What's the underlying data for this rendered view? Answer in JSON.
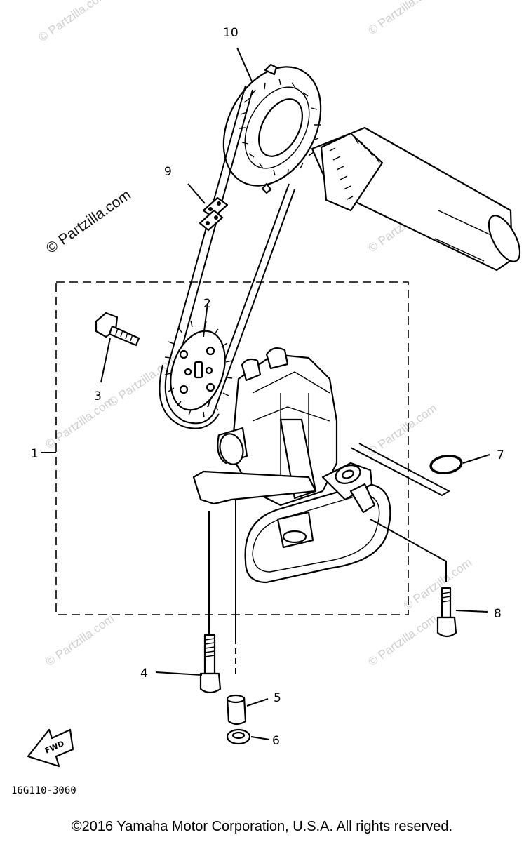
{
  "watermarks": {
    "text": "© Partzilla.com",
    "side_text": "© Partzilla.com"
  },
  "callouts": {
    "c1": "1",
    "c2": "2",
    "c3": "3",
    "c4": "4",
    "c5": "5",
    "c6": "6",
    "c7": "7",
    "c8": "8",
    "c9": "9",
    "c10": "10"
  },
  "forward_arrow": {
    "label": "FWD"
  },
  "diagram_code": "16G110-3060",
  "copyright": "©2016  Yamaha Motor Corporation, U.S.A. All rights reserved."
}
